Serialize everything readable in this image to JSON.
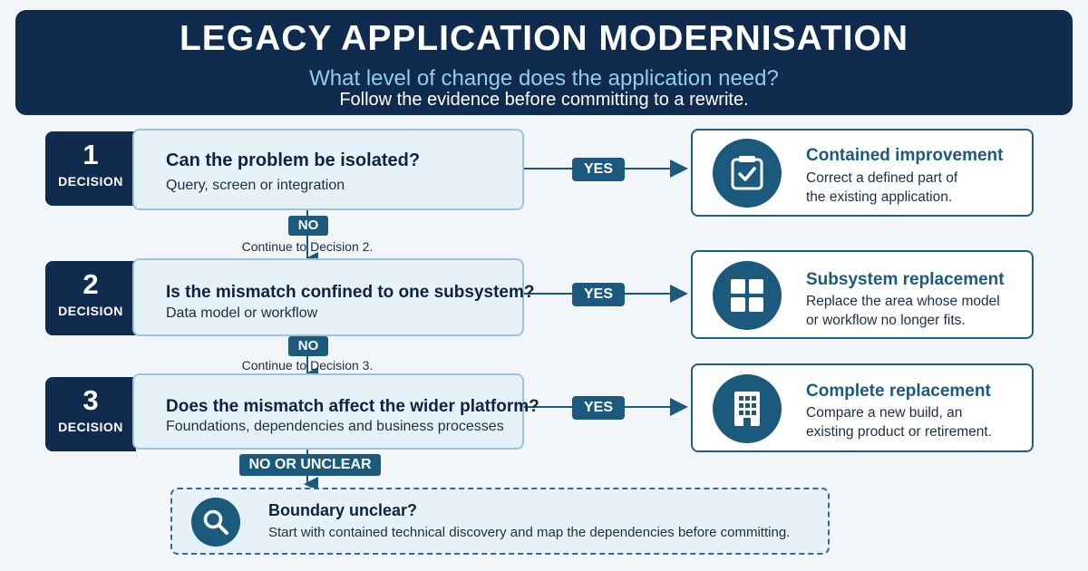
{
  "header": {
    "title": "LEGACY APPLICATION MODERNISATION",
    "subtitle": "What level of change does the application need?",
    "tagline": "Follow the evidence before committing to a rewrite."
  },
  "decisions": [
    {
      "number": "1",
      "label": "DECISION",
      "question": "Can the problem be isolated?",
      "detail": "Query, screen or integration",
      "yes_label": "YES",
      "no_label": "NO",
      "continue_text": "Continue to Decision 2.",
      "outcome": {
        "title": "Contained improvement",
        "lines": [
          "Correct a defined part of",
          "the existing application."
        ],
        "icon": "checkbox-clipboard-icon"
      }
    },
    {
      "number": "2",
      "label": "DECISION",
      "question": "Is the mismatch confined to one subsystem?",
      "detail": "Data model or workflow",
      "yes_label": "YES",
      "no_label": "NO",
      "continue_text": "Continue to Decision 3.",
      "outcome": {
        "title": "Subsystem replacement",
        "lines": [
          "Replace the area whose model",
          "or workflow no longer fits."
        ],
        "icon": "grid-blocks-icon"
      }
    },
    {
      "number": "3",
      "label": "DECISION",
      "question": "Does the mismatch affect the wider platform?",
      "detail": "Foundations, dependencies and business processes",
      "yes_label": "YES",
      "no_label": "NO OR UNCLEAR",
      "outcome": {
        "title": "Complete replacement",
        "lines": [
          "Compare a new build, an",
          "existing product or retirement."
        ],
        "icon": "building-icon"
      }
    }
  ],
  "note": {
    "title": "Boundary unclear?",
    "text": "Start with contained technical discovery and map the dependencies before committing.",
    "icon": "magnifier-icon"
  },
  "colors": {
    "navy": "#0f2c4e",
    "teal": "#1b5a7d",
    "light_panel": "#e7f1f8",
    "accent_text": "#8fcdf2"
  }
}
